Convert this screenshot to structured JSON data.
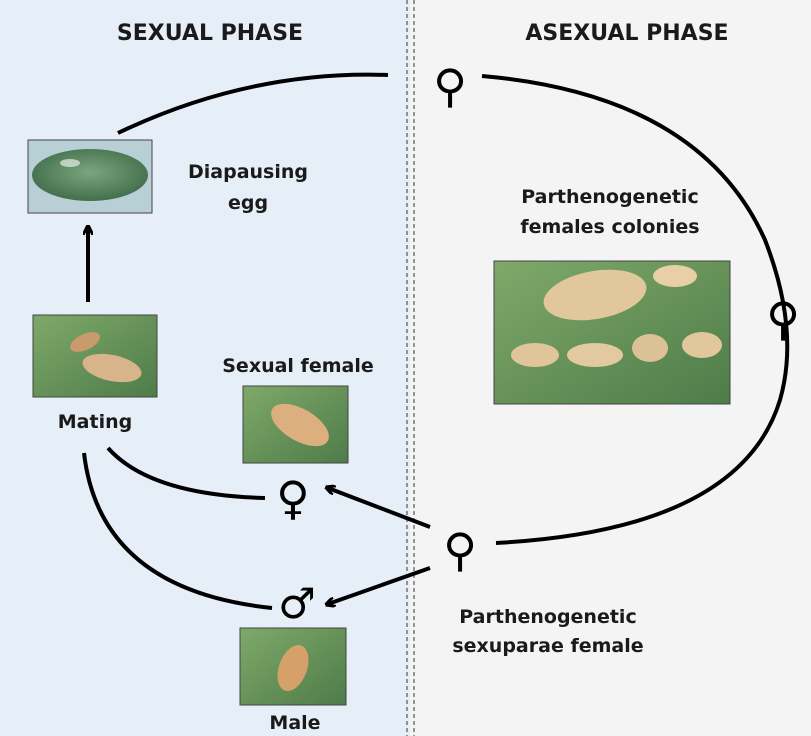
{
  "phases": {
    "sexual": "SEXUAL PHASE",
    "asexual": "ASEXUAL PHASE"
  },
  "labels": {
    "egg_line1": "Diapausing",
    "egg_line2": "egg",
    "colonies_line1": "Parthenogenetic",
    "colonies_line2": "females colonies",
    "sexual_female": "Sexual female",
    "mating": "Mating",
    "sexuparae_line1": "Parthenogenetic",
    "sexuparae_line2": "sexuparae female",
    "male": "Male"
  },
  "symbols": {
    "parthenogenetic_female": "⚲",
    "female": "♀",
    "male": "♂"
  },
  "colors": {
    "sexual_bg": "#e6eef8",
    "asexual_bg": "#f4f4f4",
    "leaf": "#6f9a5e",
    "aphid": "#d9b58a",
    "egg": "#5f8a66"
  }
}
